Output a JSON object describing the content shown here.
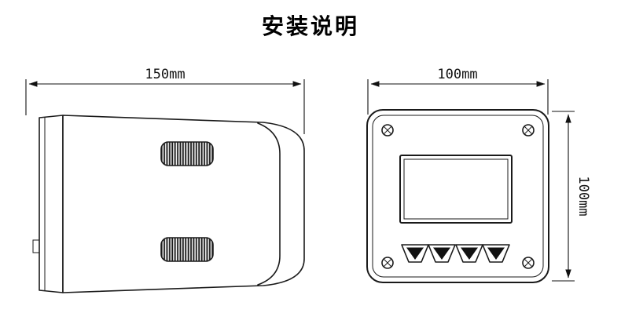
{
  "title": "安装说明",
  "side_view": {
    "width_dimension": "150mm"
  },
  "front_view": {
    "width_dimension": "100mm",
    "height_dimension": "100mm"
  },
  "colors": {
    "line": "#1a1a1a",
    "background": "#ffffff"
  }
}
